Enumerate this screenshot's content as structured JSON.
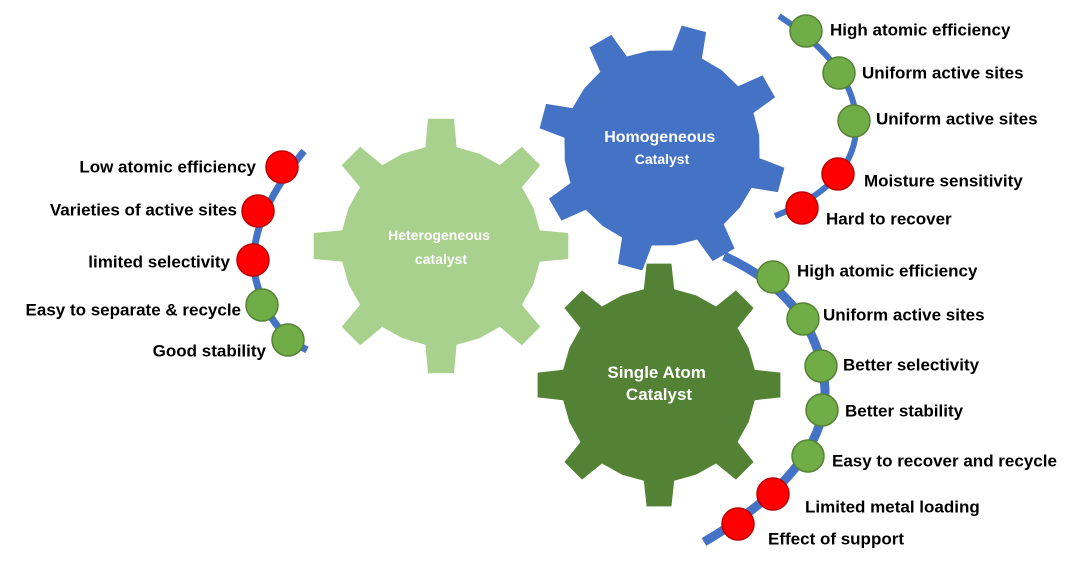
{
  "colors": {
    "arc": "#4472C4",
    "advantage": "#70AD47",
    "drawback": "#FF0000",
    "bead_stroke": "#548235",
    "drawback_stroke": "#C00000",
    "label_text": "#000000"
  },
  "gears": {
    "heterogeneous": {
      "line1": "Heterogeneous",
      "line2": "catalyst",
      "color": "#A9D18E"
    },
    "homogeneous": {
      "line1": "Homogeneous",
      "line2": "Catalyst",
      "color": "#4472C4"
    },
    "single_atom": {
      "line1": "Single Atom",
      "line2": "Catalyst",
      "color": "#548235"
    }
  },
  "heterogeneous_properties": [
    {
      "text": "Low atomic efficiency",
      "kind": "drawback"
    },
    {
      "text": "Varieties of active sites",
      "kind": "drawback"
    },
    {
      "text": "limited selectivity",
      "kind": "drawback"
    },
    {
      "text": "Easy to separate & recycle",
      "kind": "advantage"
    },
    {
      "text": "Good stability",
      "kind": "advantage"
    }
  ],
  "homogeneous_properties": [
    {
      "text": "High atomic efficiency",
      "kind": "advantage"
    },
    {
      "text": "Uniform active sites",
      "kind": "advantage"
    },
    {
      "text": "Uniform active sites",
      "kind": "advantage"
    },
    {
      "text": "Moisture sensitivity",
      "kind": "drawback"
    },
    {
      "text": "Hard to recover",
      "kind": "drawback"
    }
  ],
  "single_atom_properties": [
    {
      "text": "High atomic efficiency",
      "kind": "advantage"
    },
    {
      "text": "Uniform active sites",
      "kind": "advantage"
    },
    {
      "text": "Better selectivity",
      "kind": "advantage"
    },
    {
      "text": "Better stability",
      "kind": "advantage"
    },
    {
      "text": "Easy to recover and recycle",
      "kind": "advantage"
    },
    {
      "text": "Limited metal loading",
      "kind": "drawback"
    },
    {
      "text": "Effect of support",
      "kind": "drawback"
    }
  ]
}
